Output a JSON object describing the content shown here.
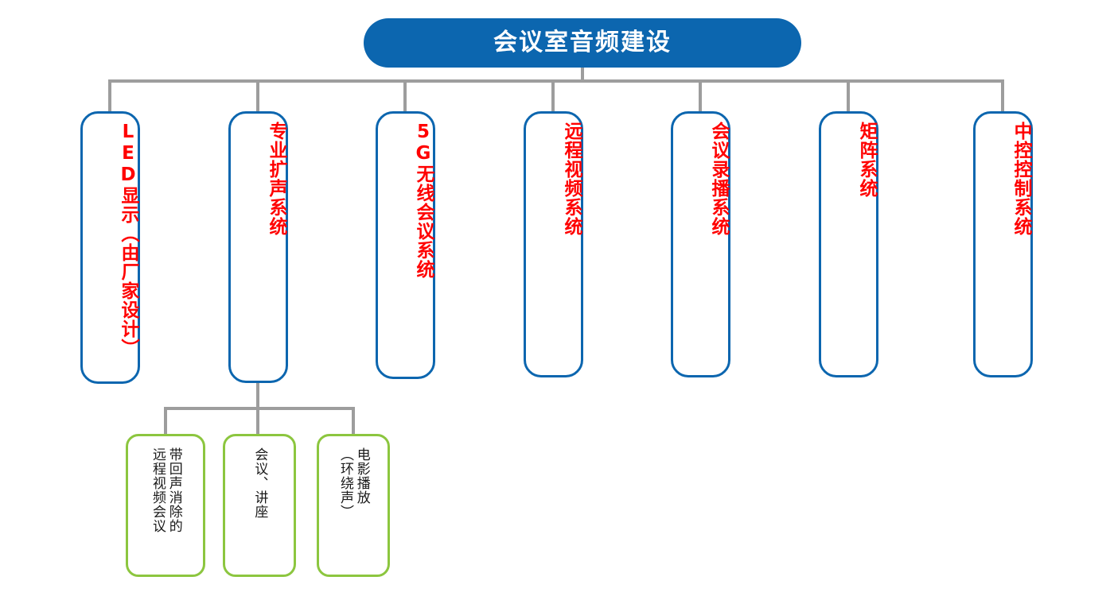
{
  "diagram": {
    "title": "会议室音频建设",
    "accent_blue": "#0c66af",
    "accent_green": "#8cc63f",
    "node_text_color": "#ff0000",
    "connector_color": "#9d9d9d",
    "level1_nodes": [
      {
        "id": "led-display",
        "label": "LED显示（由厂家设计）"
      },
      {
        "id": "professional-sound-reinforcement",
        "label": "专业扩声系统"
      },
      {
        "id": "5g-wireless-conference",
        "label": "5G无线会议系统"
      },
      {
        "id": "remote-video",
        "label": "远程视频系统"
      },
      {
        "id": "conference-recording-broadcast",
        "label": "会议录播系统"
      },
      {
        "id": "matrix",
        "label": "矩阵系统"
      },
      {
        "id": "central-control",
        "label": "中控控制系统"
      }
    ],
    "level2_nodes": [
      {
        "id": "echo-cancel-remote-video-conference",
        "parent": "professional-sound-reinforcement",
        "line1": "带回声消除的",
        "line2": "远程视频会议"
      },
      {
        "id": "meeting-lecture",
        "parent": "professional-sound-reinforcement",
        "line1": "会议、讲座",
        "line2": ""
      },
      {
        "id": "movie-playback-surround",
        "parent": "professional-sound-reinforcement",
        "line1": "电影播放",
        "line2": "（环绕声）"
      }
    ]
  }
}
